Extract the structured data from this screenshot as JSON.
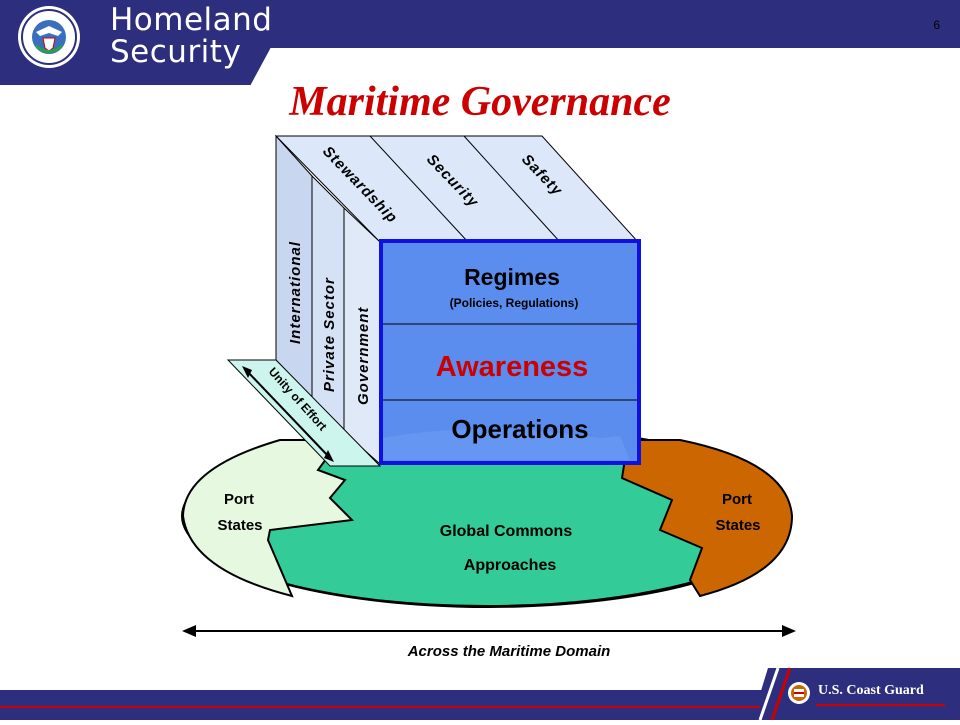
{
  "header": {
    "agency_name_line1": "Homeland",
    "agency_name_line2": "Security",
    "seal": "dhs-seal-icon",
    "page_number": "6"
  },
  "slide_title": "Maritime Governance",
  "diagram": {
    "top_pillars": [
      "Stewardship",
      "Security",
      "Safety"
    ],
    "side_layers": [
      "International",
      "Private Sector",
      "Government"
    ],
    "unity_label": "Unity of Effort",
    "front_rows": {
      "regimes": "Regimes",
      "regimes_sub": "(Policies, Regulations)",
      "awareness": "Awareness",
      "operations": "Operations"
    },
    "ellipse_regions": {
      "left": [
        "Port",
        "States"
      ],
      "right": [
        "Port",
        "States"
      ],
      "center_line1": "Global Commons",
      "center_line2": "Approaches"
    },
    "domain_label": "Across the Maritime Domain"
  },
  "footer": {
    "org": "U.S. Coast Guard",
    "icon": "coast-guard-emblem-icon"
  },
  "colors": {
    "navy": "#2e2e7e",
    "title_red": "#cc0000",
    "blue_panel": "#5b8def",
    "blue_border": "#1010e0",
    "green": "#33cc99",
    "light_green": "#e6f8e0",
    "orange": "#cc6600"
  }
}
